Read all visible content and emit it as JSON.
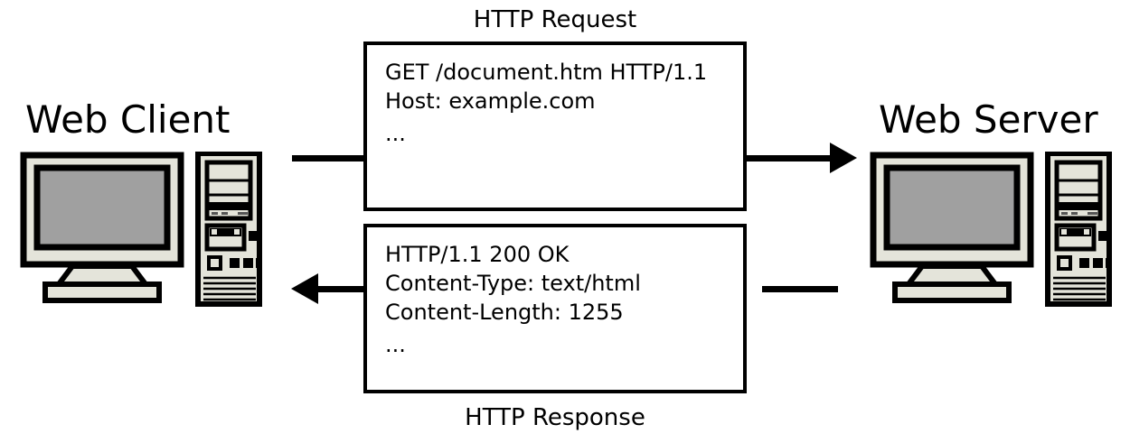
{
  "diagram": {
    "type": "sequence-illustration",
    "title_text": "HTTP request/response between web client and web server",
    "colors": {
      "line": "#000000",
      "box_fill": "#ffffff",
      "case_beige": "#e4e4da",
      "screen_gray": "#a0a0a0",
      "text": "#000000"
    }
  },
  "endpoints": {
    "client": {
      "label": "Web Client",
      "icon": "desktop-computer-icon"
    },
    "server": {
      "label": "Web Server",
      "icon": "desktop-computer-icon"
    }
  },
  "messages": [
    {
      "id": "request",
      "title": "HTTP Request",
      "title_position": "above",
      "direction": "client-to-server",
      "arrow": "right",
      "lines": [
        "GET /document.htm HTTP/1.1",
        "Host: example.com",
        "..."
      ]
    },
    {
      "id": "response",
      "title": "HTTP Response",
      "title_position": "below",
      "direction": "server-to-client",
      "arrow": "left",
      "lines": [
        "HTTP/1.1 200 OK",
        "Content-Type: text/html",
        "Content-Length: 1255",
        "..."
      ]
    }
  ]
}
